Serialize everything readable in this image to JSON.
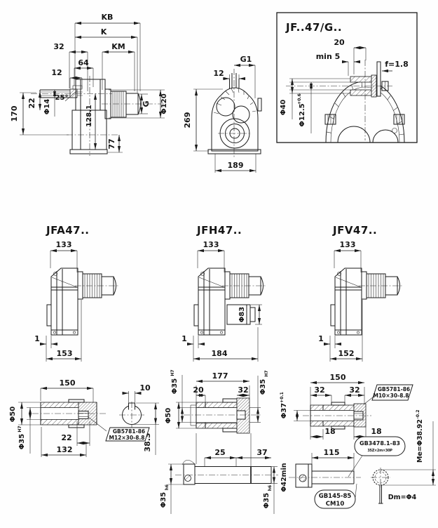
{
  "drawing": {
    "background": "#fefefe",
    "ink": "#1b1b1b"
  },
  "side_view": {
    "kb": "KB",
    "k": "K",
    "d32": "32",
    "km": "KM",
    "d64": "64",
    "d12": "12",
    "d22": "22",
    "phi14": "Φ14",
    "angle25": "25°",
    "d170": "170",
    "d128_1": "128.1",
    "d77": "77",
    "g": "G",
    "phi120": "Φ120"
  },
  "front_view": {
    "g1": "G1",
    "d12": "12",
    "d269": "269",
    "d189": "189"
  },
  "inset_view": {
    "title": "JF..47/G..",
    "d20": "20",
    "min5": "min 5",
    "f18": "f=1.8",
    "phi40": "Φ40",
    "phi12_5": "Φ12.5",
    "phi12_5_tol": "+0.6"
  },
  "variant_jfa": {
    "title": "JFA47..",
    "d133": "133",
    "d1": "1",
    "d153": "153"
  },
  "variant_jfh": {
    "title": "JFH47..",
    "d133": "133",
    "phi83": "Φ83",
    "d1": "1",
    "d184": "184"
  },
  "variant_jfv": {
    "title": "JFV47..",
    "d133": "133",
    "d1": "1",
    "d152": "152"
  },
  "hollow_shaft_view": {
    "d150": "150",
    "phi50": "Φ50",
    "phi35": "Φ35",
    "phi35_tol": "H7",
    "d22": "22",
    "d132": "132",
    "d10": "10",
    "d38_3": "38.3",
    "bolt_callout_line1": "GB5781-86",
    "bolt_callout_line2": "M12×30-8.8"
  },
  "mid_shaft_view": {
    "d177": "177",
    "phi35_left": "Φ35",
    "phi35_left_tol": "H7",
    "d20": "20",
    "d32": "32",
    "phi50": "Φ50",
    "phi35_right": "Φ35",
    "phi35_right_tol": "H7",
    "d25": "25",
    "d37": "37",
    "phi35h6_left": "Φ35",
    "phi35h6_left_tol": "h6",
    "phi35h6_right": "Φ35",
    "phi35h6_right_tol": "h6"
  },
  "spline_shaft_view": {
    "d150": "150",
    "d32_left": "32",
    "d32_right": "32",
    "phi37": "Φ37",
    "phi37_tol": "+0.1",
    "d18_left": "18",
    "d18_right": "18",
    "d115": "115",
    "phi42min": "Φ42min",
    "bolt_callout_line1": "GB5781-86",
    "bolt_callout_line2": "M10×30-8.8",
    "spline_callout_line1": "GB3478.1-83",
    "spline_callout_line2": "35Z×2m×30P",
    "center_callout_line1": "GB145-85",
    "center_callout_line2": "CM10",
    "me": "Me=Φ38.92",
    "me_tol": "-0.2",
    "dm": "Dm=Φ4"
  }
}
